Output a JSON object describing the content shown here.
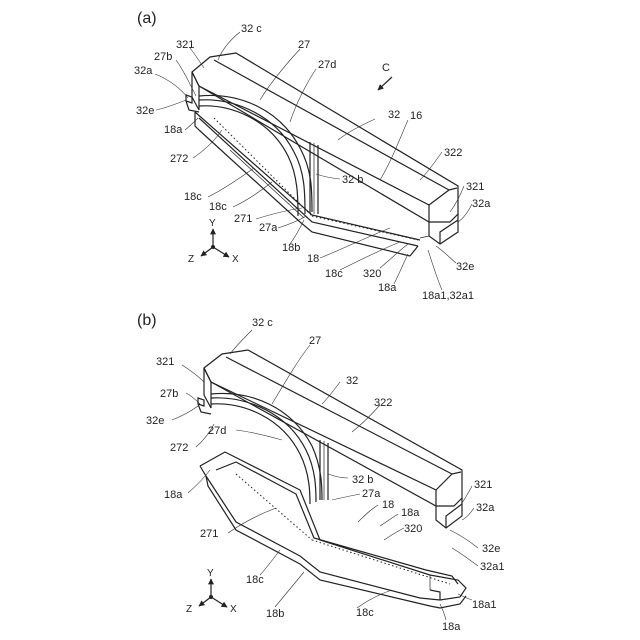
{
  "panels": [
    {
      "id": "a",
      "label": "(a)",
      "view_arrow": "C",
      "labels": {
        "32c": "32 c",
        "321_top": "321",
        "27": "27",
        "27b": "27b",
        "32a_left": "32a",
        "27d": "27d",
        "32e_left": "32e",
        "32_main": "32",
        "16": "16",
        "18a_left": "18a",
        "322": "322",
        "272": "272",
        "32b": "32 b",
        "18c_1": "18c",
        "321_right": "321",
        "18c_2": "18c",
        "32a_right": "32a",
        "271": "271",
        "27a": "27a",
        "18b": "18b",
        "18": "18",
        "18c_3": "18c",
        "320": "320",
        "32e_right": "32e",
        "18a_bottom": "18a",
        "18a1_32a1": "18a1,32a1"
      },
      "axes": {
        "y": "Y",
        "z": "Z",
        "x": "X"
      }
    },
    {
      "id": "b",
      "label": "(b)",
      "labels": {
        "32c": "32 c",
        "27": "27",
        "321_left": "321",
        "32_main": "32",
        "27b": "27b",
        "322": "322",
        "32e_left": "32e",
        "27d": "27d",
        "272": "272",
        "32b": "32 b",
        "18a_left": "18a",
        "27a": "27a",
        "18": "18",
        "321_right": "321",
        "18a_mid": "18a",
        "32a": "32a",
        "271": "271",
        "320": "320",
        "32e_right": "32e",
        "32a1": "32a1",
        "18c_1": "18c",
        "18b": "18b",
        "18c_2": "18c",
        "18a1": "18a1",
        "18a_bottom": "18a"
      },
      "axes": {
        "y": "Y",
        "z": "Z",
        "x": "X"
      }
    }
  ]
}
